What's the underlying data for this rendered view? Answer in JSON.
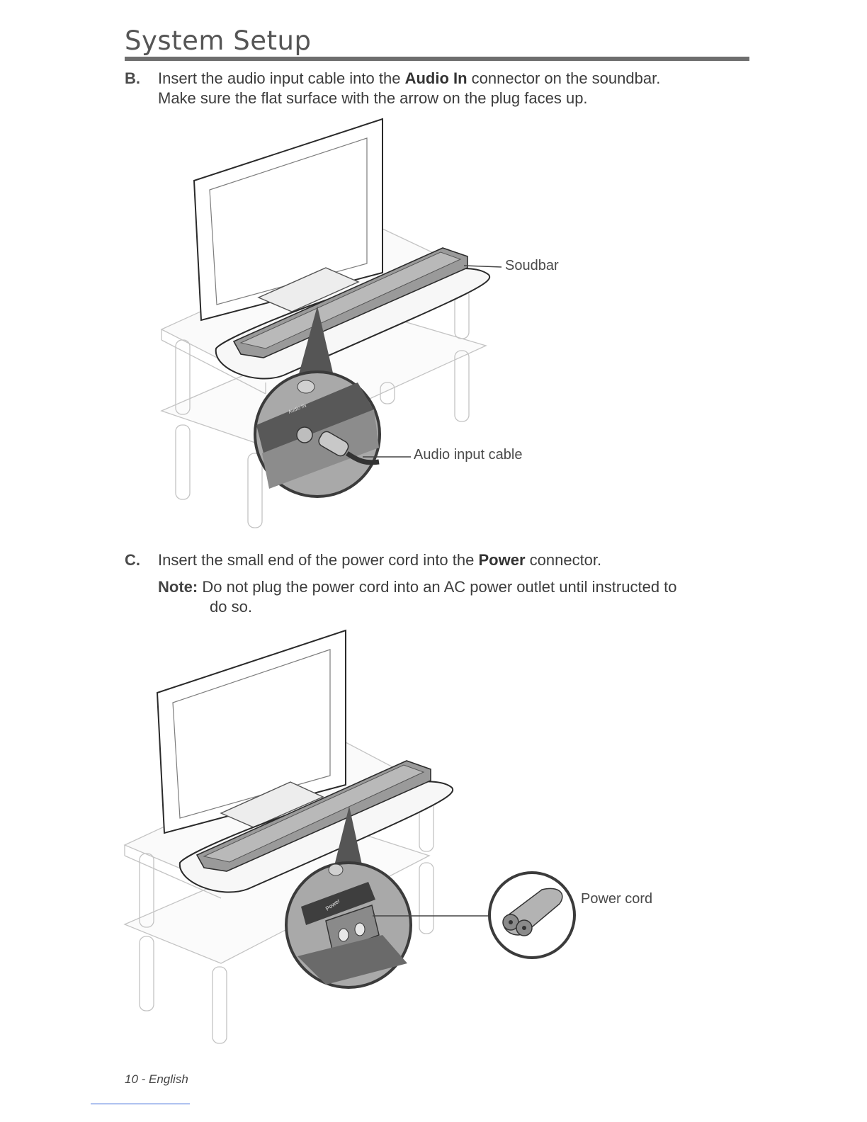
{
  "header": {
    "title": "System Setup"
  },
  "step_b": {
    "letter": "B.",
    "line1_pre": "Insert the audio input cable into the ",
    "line1_bold": "Audio In",
    "line1_post": " connector on the soundbar.",
    "line2": "Make sure the flat surface with the arrow on the plug faces up."
  },
  "figure1": {
    "soundbar_label": "Soudbar",
    "cable_label": "Audio input cable",
    "port_text": "Audio IN"
  },
  "step_c": {
    "letter": "C.",
    "line1_pre": "Insert the small end of the power cord into the ",
    "line1_bold": "Power",
    "line1_post": " connector.",
    "note_label": "Note:",
    "note_line1": "Do not plug the power cord into an AC power outlet until instructed to",
    "note_line2": "do so."
  },
  "figure2": {
    "power_cord_label": "Power cord",
    "port_text": "Power"
  },
  "footer": {
    "page": "10 - English"
  }
}
